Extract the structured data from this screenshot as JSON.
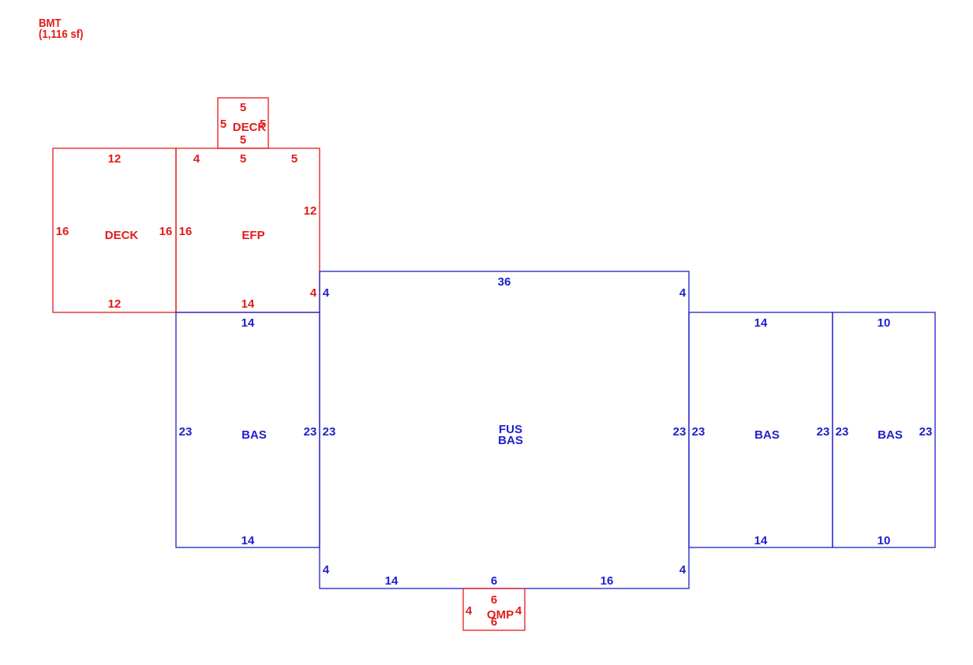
{
  "colors": {
    "red": "#e31b1b",
    "blue": "#2020cc"
  },
  "note": {
    "line1": "BMT",
    "line2": "(1,116 sf)"
  },
  "areas": {
    "deck_small": {
      "label": "DECK",
      "top": "5",
      "left": "5",
      "right": "5",
      "bottom": "5"
    },
    "deck_large": {
      "label": "DECK",
      "top": "12",
      "left": "16",
      "right": "16",
      "bottom": "12"
    },
    "efp": {
      "label": "EFP",
      "top_a": "4",
      "top_b": "5",
      "top_c": "5",
      "left": "16",
      "right": "12",
      "right_lower": "4",
      "bottom": "14"
    },
    "bas_left": {
      "label": "BAS",
      "top": "14",
      "left": "23",
      "right": "23",
      "bottom": "14"
    },
    "main": {
      "label_1": "FUS",
      "label_2": "BAS",
      "top": "36",
      "left_top": "4",
      "right_top": "4",
      "left": "23",
      "right": "23",
      "left_bottom": "4",
      "right_bottom": "4",
      "bottom_a": "14",
      "bottom_b": "6",
      "bottom_c": "16"
    },
    "bas_right_1": {
      "label": "BAS",
      "top": "14",
      "left": "23",
      "right": "23",
      "bottom": "14"
    },
    "bas_right_2": {
      "label": "BAS",
      "top": "10",
      "left": "23",
      "right": "23",
      "bottom": "10"
    },
    "omp": {
      "label": "OMP",
      "top": "6",
      "left": "4",
      "right": "4",
      "bottom": "6"
    }
  }
}
